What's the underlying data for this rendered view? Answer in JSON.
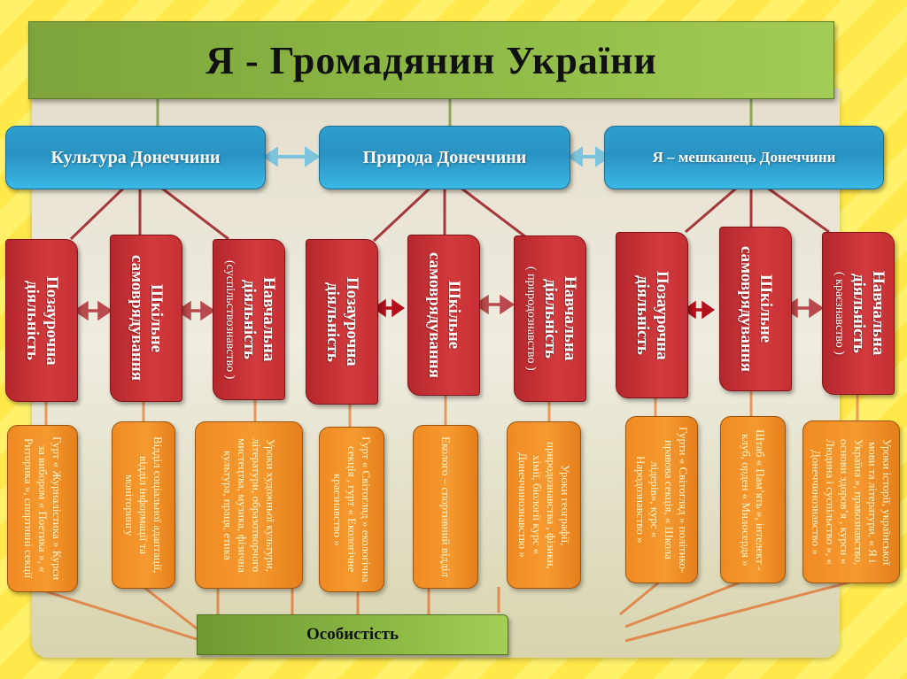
{
  "title": "Я -  Громадянин України",
  "colors": {
    "title_green": "#8db845",
    "blue": "#2d9fcf",
    "red": "#c8302f",
    "orange": "#f08a22",
    "background_yellow": "#fff26a",
    "panel": "#e4decb"
  },
  "categories": [
    {
      "label": "Культура Донеччини",
      "activities": [
        {
          "title": "Позаурочна діяльність",
          "subtitle": "",
          "details": "Гурт « Журналістика » Курси за вибором « Поетика », « Риторика », спортивні секції"
        },
        {
          "title": "Шкільне самоврядування",
          "subtitle": "",
          "details": "Відділ соціальної адаптації, відділ інформації та моніторингу"
        },
        {
          "title": "Навчальна діяльність",
          "subtitle": "(суспільствознавство )",
          "details": "Уроки художньої культури, літератури, образотворчого мистецтва, музика, фізична культура, праця, етика"
        }
      ]
    },
    {
      "label": "Природа Донеччини",
      "activities": [
        {
          "title": "Позаурочна діяльність",
          "subtitle": "",
          "details": "Гурт « Світогляд » екологічна секція , гурт « Екологічне краєзнавство »"
        },
        {
          "title": "Шкільне самоврядування",
          "subtitle": "",
          "details": "Еколого – спортивний відділ"
        },
        {
          "title": "Навчальна діяльність",
          "subtitle": "( природознавство )",
          "details": "Уроки географії, природознавства , фізики, хімії, біології курс « Донеччинознавство »"
        }
      ]
    },
    {
      "label": "Я – мешканець Донеччини",
      "activities": [
        {
          "title": "Позаурочна діяльність",
          "subtitle": "",
          "details": "Гурти « Світогляд » політико-правова секція, « Школа лідерів», курс « Народознавство »"
        },
        {
          "title": "Шкільне самоврядування",
          "subtitle": "",
          "details": "Штаб « Пам’ять », інтелект - клуб, орден « Милосердя »"
        },
        {
          "title": "Навчальна діяльність",
          "subtitle": "( краєзнавство )",
          "details": "Уроки історії, української мови та літератури, « Я і Україна », правознавство, основи здоров’я , курси « Людина і суспільство », « Донеччинознавство »"
        }
      ]
    }
  ],
  "result": "Особистість"
}
